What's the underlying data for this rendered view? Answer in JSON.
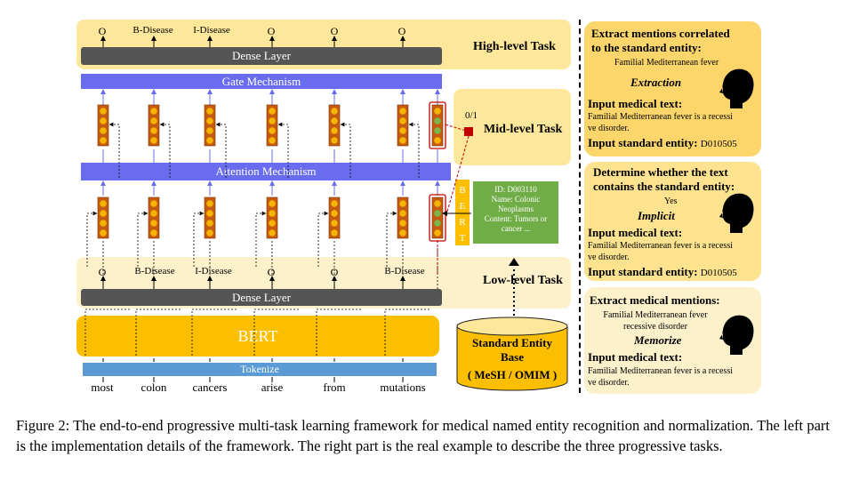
{
  "diagram": {
    "high_tags": [
      "O",
      "B-Disease",
      "I-Disease",
      "O",
      "O",
      "O"
    ],
    "low_tags": [
      "O",
      "B-Disease",
      "I-Disease",
      "O",
      "O",
      "B-Disease"
    ],
    "words": [
      "most",
      "colon",
      "cancers",
      "arise",
      "from",
      "mutations"
    ],
    "high_task": "High-level Task",
    "mid_task": "Mid-level Task",
    "low_task": "Low-level Task",
    "dense_layer": "Dense Layer",
    "gate": "Gate Mechanism",
    "attention": "Attention Mechanism",
    "bert": "BERT",
    "tokenize": "Tokenize",
    "bert_vertical": "BERT",
    "score": "0/1",
    "kb_entry": [
      "ID: D003110",
      "Name: Colonic",
      "Neoplasms",
      "Content: Tumors or",
      "cancer ..."
    ],
    "kb_title": [
      "Standard Entity",
      "Base",
      "( MeSH / OMIM )"
    ]
  },
  "examples": {
    "extraction": {
      "prompt": [
        "Extract mentions correlated",
        "to the standard entity:"
      ],
      "entity": "Familial Mediterranean fever",
      "mode": "Extraction",
      "input_label": "Input medical text:",
      "input_text": [
        "Familial Mediterranean fever is a recessi",
        "ve disorder."
      ],
      "std_label": "Input standard entity:",
      "std_id": "D010505"
    },
    "implicit": {
      "prompt": [
        "Determine whether the text",
        "contains the standard entity:"
      ],
      "answer": "Yes",
      "mode": "Implicit",
      "input_label": "Input medical text:",
      "input_text": [
        "Familial Mediterranean fever is a recessi",
        "ve disorder."
      ],
      "std_label": "Input standard entity:",
      "std_id": "D010505"
    },
    "memorize": {
      "prompt": "Extract medical mentions:",
      "mentions": [
        "Familial Mediterranean fever",
        "recessive disorder"
      ],
      "mode": "Memorize",
      "input_label": "Input medical text:",
      "input_text": [
        "Familial Mediterranean fever is a recessi",
        "ve disorder."
      ]
    }
  },
  "caption": "Figure 2: The end-to-end progressive multi-task learning framework for medical named entity recognition and normalization. The left part is the implementation details of the framework. The right part is the real example to describe the three progressive tasks.",
  "colors": {
    "band": "#fde79a",
    "band_light": "#fdf1cc",
    "bert": "#fbbf00",
    "blue": "#6a6cf0",
    "tokenize": "#5b9bd5",
    "dense": "#555555",
    "cell": "#c55a11",
    "green": "#70ad47",
    "red": "#c00000"
  }
}
